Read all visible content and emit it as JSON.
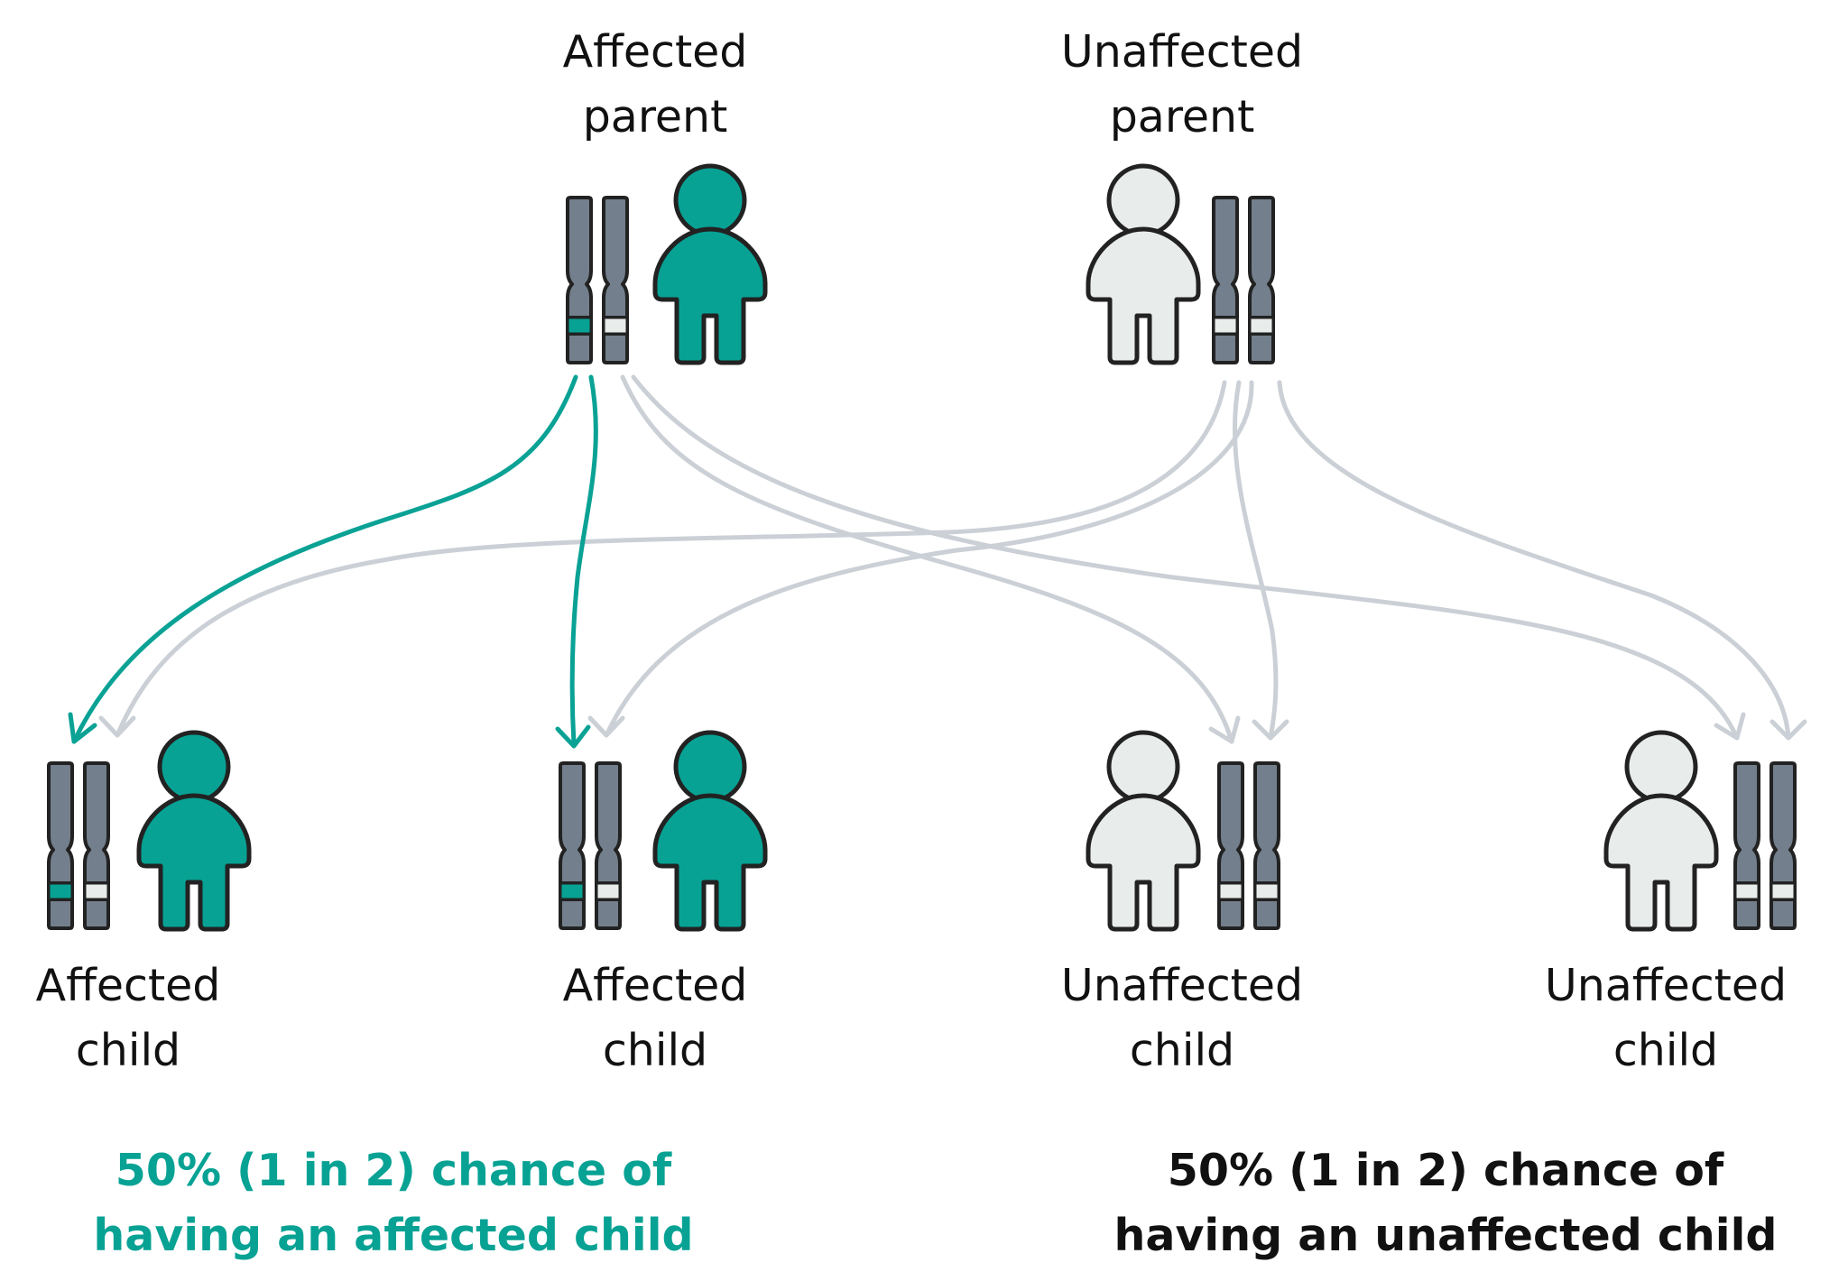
{
  "colors": {
    "affected": "#07a294",
    "unaffected_fill": "#e8ecea",
    "chromosome": "#737f8c",
    "outline": "#222222",
    "arrow_affected": "#0aa295",
    "arrow_unaffected": "#cbd0d6",
    "summary_unaffected": "#111111"
  },
  "parents": {
    "affected": {
      "line1": "Affected",
      "line2": "parent"
    },
    "unaffected": {
      "line1": "Unaffected",
      "line2": "parent"
    }
  },
  "children": [
    {
      "line1": "Affected",
      "line2": "child"
    },
    {
      "line1": "Affected",
      "line2": "child"
    },
    {
      "line1": "Unaffected",
      "line2": "child"
    },
    {
      "line1": "Unaffected",
      "line2": "child"
    }
  ],
  "summary": {
    "affected": {
      "line1": "50% (1 in 2) chance of",
      "line2": "having an affected child"
    },
    "unaffected": {
      "line1": "50% (1 in 2) chance of",
      "line2": "having an unaffected child"
    }
  }
}
